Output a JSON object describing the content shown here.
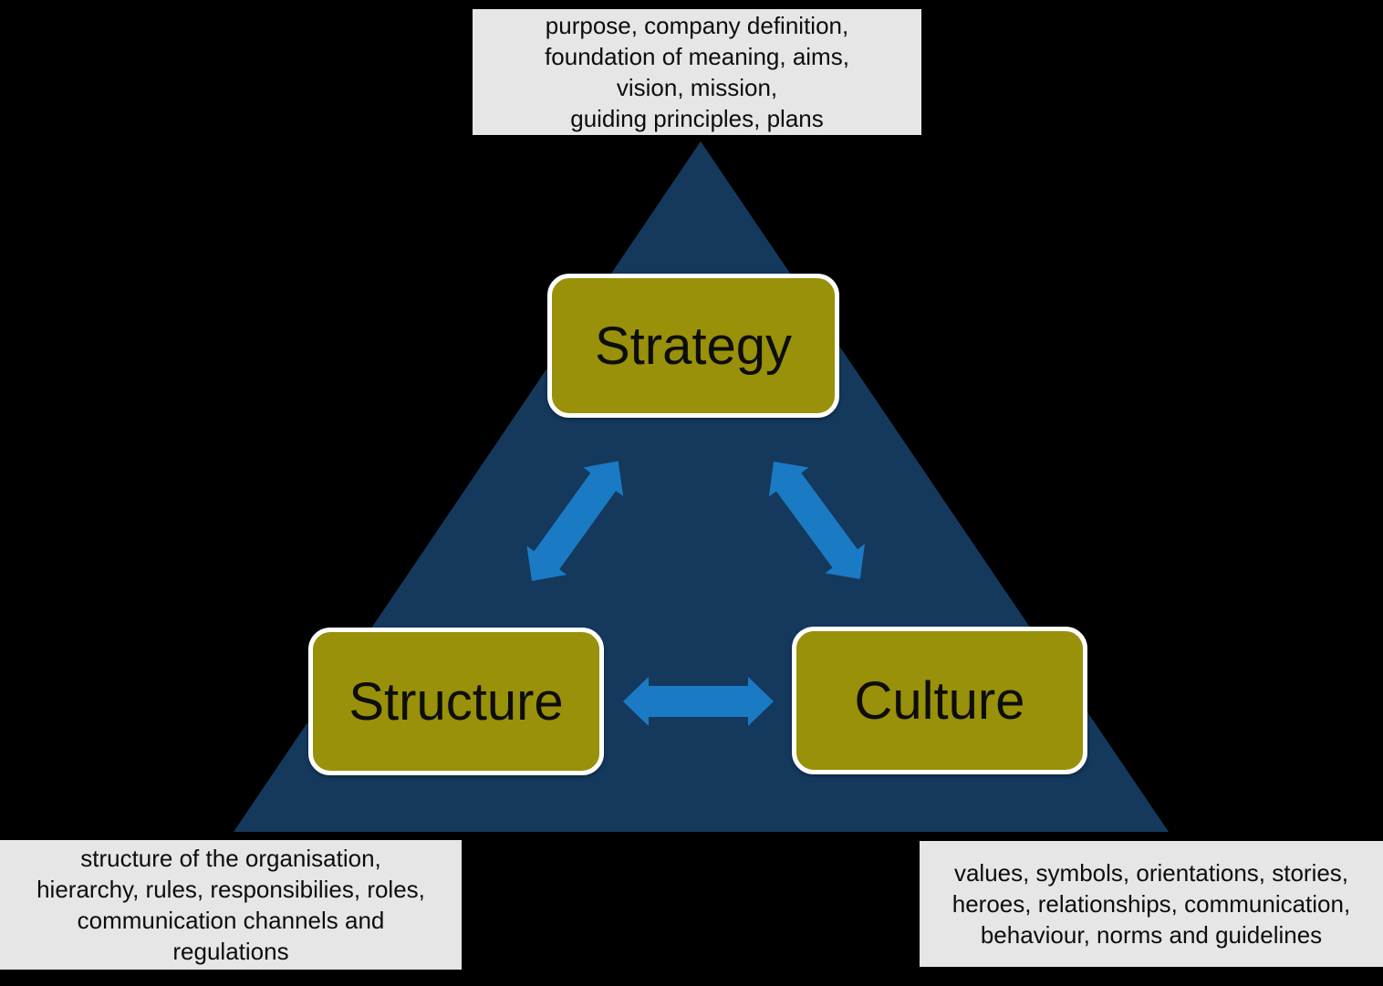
{
  "diagram": {
    "type": "triangle-relationship",
    "nodes": {
      "strategy": {
        "label": "Strategy"
      },
      "structure": {
        "label": "Structure"
      },
      "culture": {
        "label": "Culture"
      }
    },
    "notes": {
      "strategy": "purpose, company definition,\nfoundation of meaning, aims,\nvision, mission,\nguiding principles, plans",
      "structure": "structure of the organisation,\nhierarchy, rules, responsibilies, roles,\ncommunication channels and\nregulations",
      "culture": "values, symbols, orientations, stories,\nheroes, relationships, communication,\nbehaviour, norms and guidelines"
    },
    "connections": [
      {
        "from": "strategy",
        "to": "structure",
        "style": "double-arrow"
      },
      {
        "from": "strategy",
        "to": "culture",
        "style": "double-arrow"
      },
      {
        "from": "structure",
        "to": "culture",
        "style": "double-arrow"
      }
    ]
  },
  "colors": {
    "bg": "#000000",
    "navy": "#14395D",
    "blue": "#1B7AC4",
    "olive": "#989109",
    "panel": "#E6E6E6",
    "ink": "#0D0D0D",
    "node-border": "#FFFFFF"
  }
}
